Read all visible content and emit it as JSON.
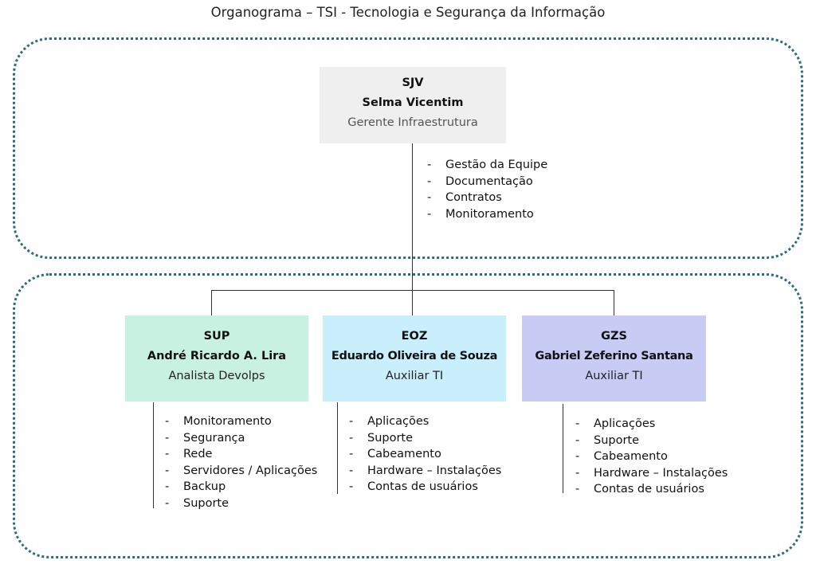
{
  "title": "Organograma – TSI - Tecnologia e Segurança da Informação",
  "colors": {
    "border": "#2d6b75",
    "manager": "#efefef",
    "sup": "#c8f1e1",
    "eoz": "#c9effc",
    "gzs": "#c8ccf5"
  },
  "manager": {
    "code": "SJV",
    "name": "Selma Vicentim",
    "role": "Gerente Infraestrutura",
    "duties": [
      "Gestão da Equipe",
      "Documentação",
      "Contratos",
      "Monitoramento"
    ]
  },
  "staff": [
    {
      "code": "SUP",
      "name": "André Ricardo A. Lira",
      "role": "Analista Devolps",
      "duties": [
        "Monitoramento",
        "Segurança",
        "Rede",
        "Servidores / Aplicações",
        "Backup",
        "Suporte"
      ]
    },
    {
      "code": "EOZ",
      "name": "Eduardo Oliveira de Souza",
      "role": "Auxiliar TI",
      "duties": [
        "Aplicações",
        "Suporte",
        "Cabeamento",
        "Hardware – Instalações",
        "Contas de usuários"
      ]
    },
    {
      "code": "GZS",
      "name": "Gabriel Zeferino Santana",
      "role": "Auxiliar TI",
      "duties": [
        "Aplicações",
        "Suporte",
        "Cabeamento",
        "Hardware – Instalações",
        "Contas de usuários"
      ]
    }
  ],
  "dash": "-"
}
